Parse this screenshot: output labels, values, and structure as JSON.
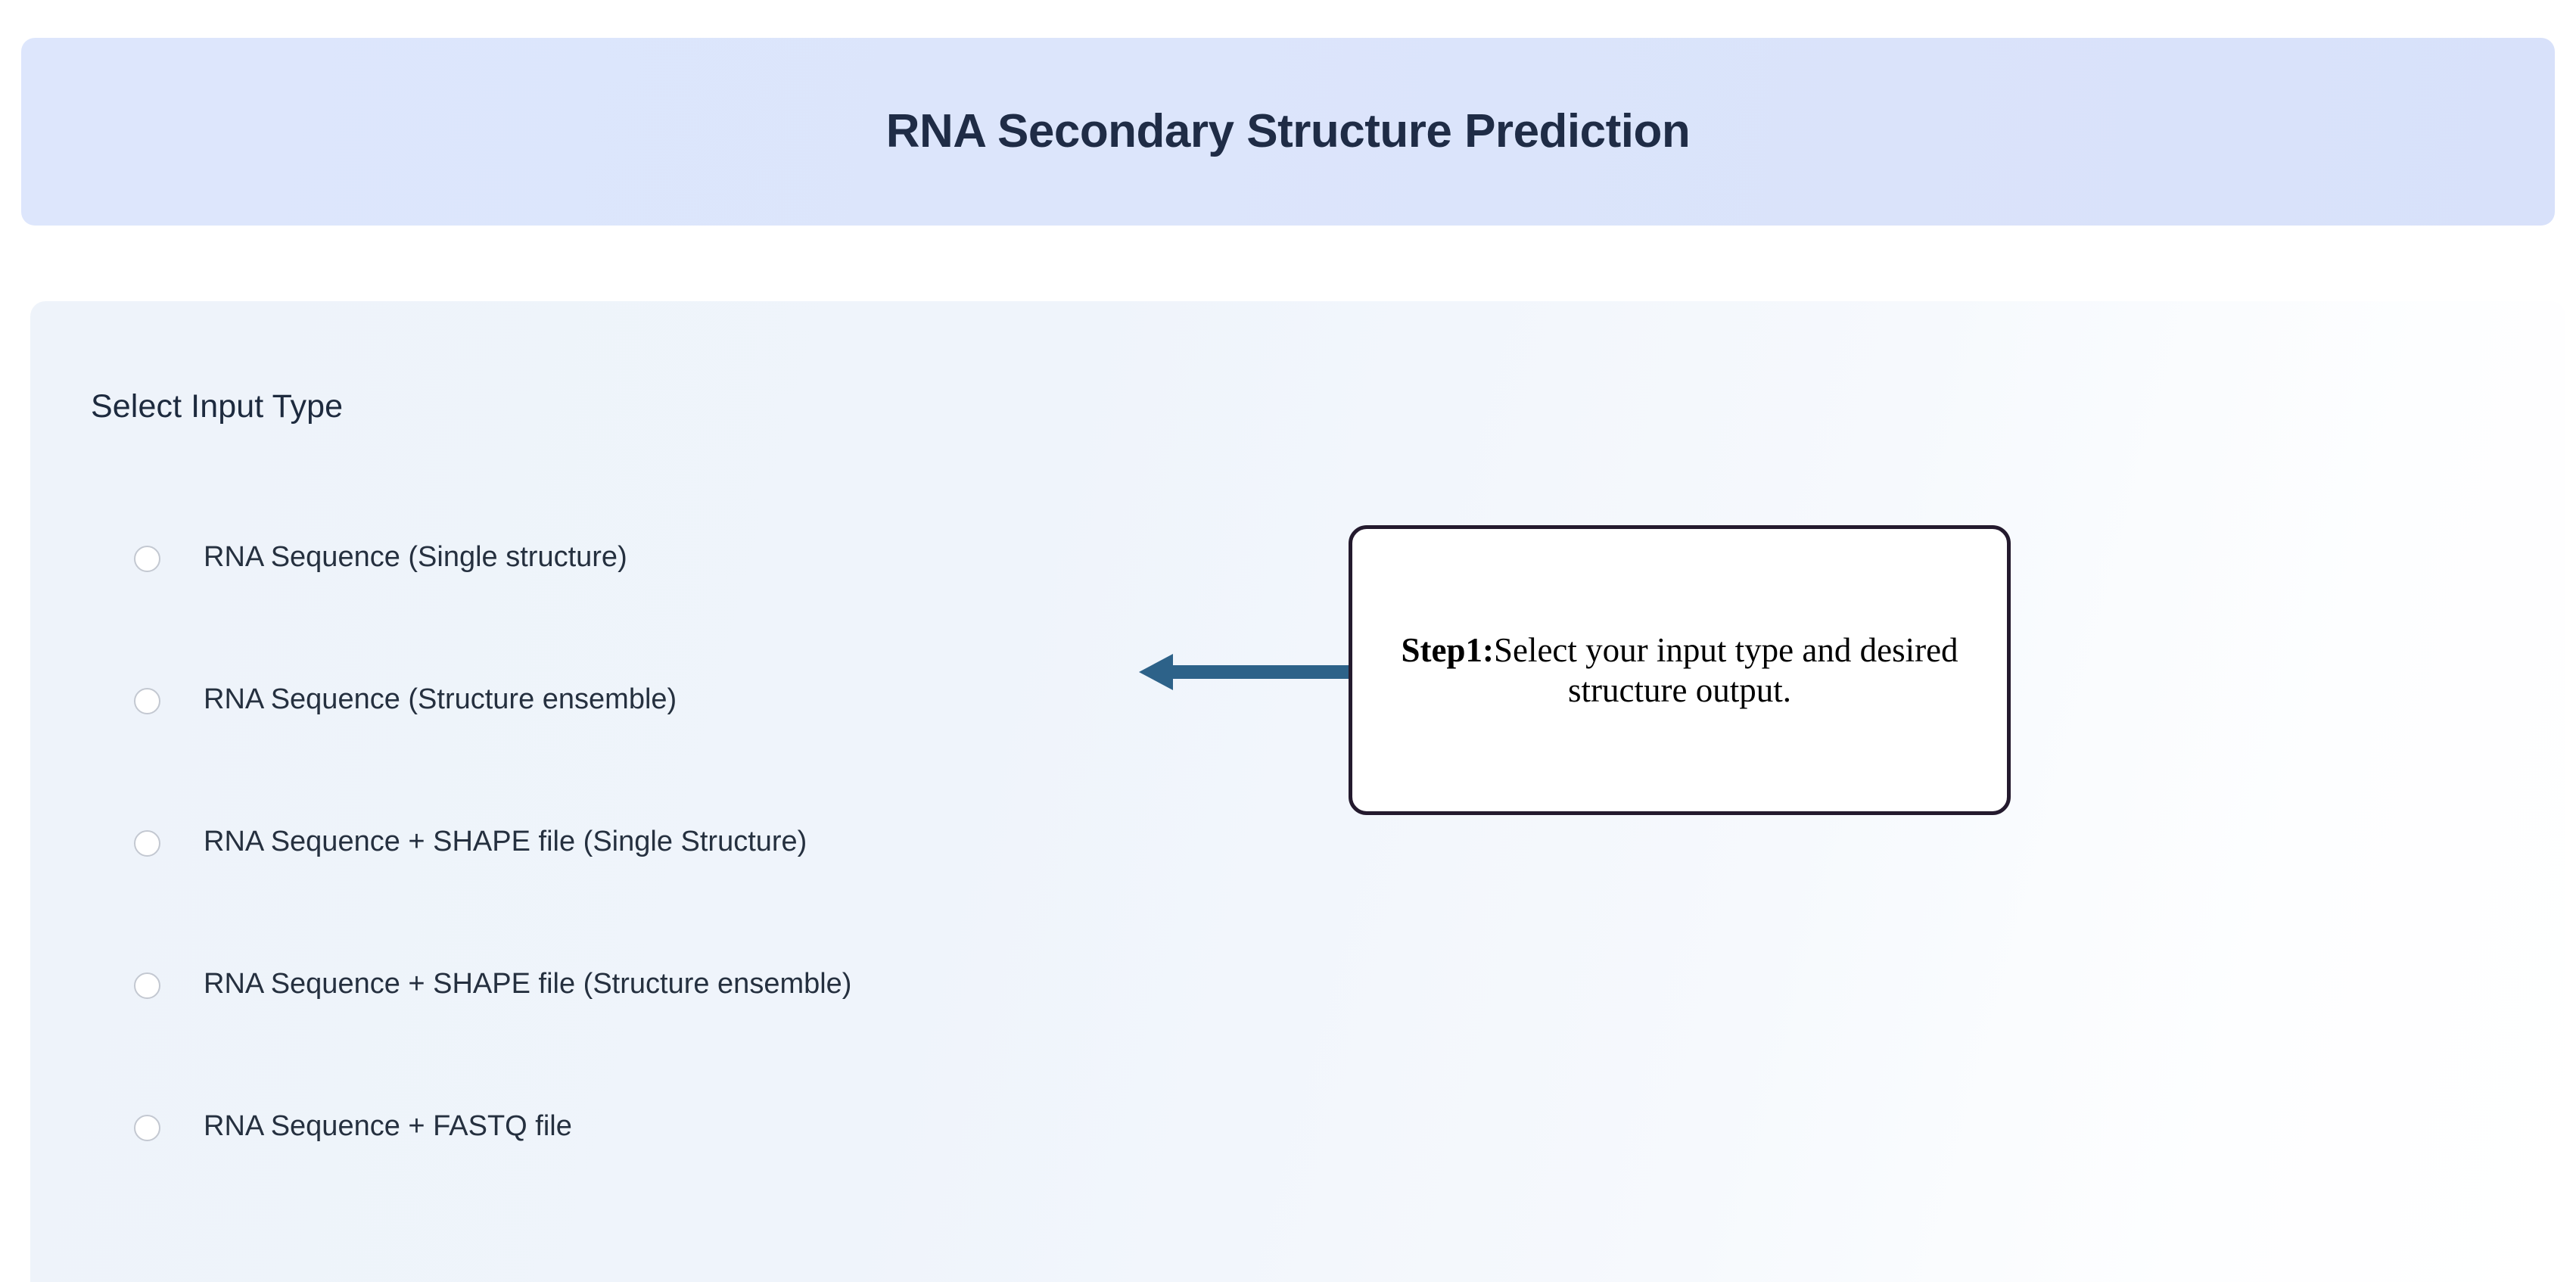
{
  "header": {
    "title": "RNA Secondary Structure Prediction",
    "background_color": "#dce5fb",
    "title_color": "#1f2c46"
  },
  "card": {
    "background_color": "#eef3fa",
    "section_heading": "Select Input Type"
  },
  "input_types": {
    "legend": "Select Input Type",
    "selected": null,
    "options": [
      {
        "id": "rna-sequence-single",
        "label": "RNA Sequence (Single structure)",
        "checked": false
      },
      {
        "id": "rna-sequence-ensemble",
        "label": "RNA Sequence (Structure ensemble)",
        "checked": false
      },
      {
        "id": "rna-shape-single",
        "label": "RNA Sequence + SHAPE file (Single Structure)",
        "checked": false
      },
      {
        "id": "rna-shape-ensemble",
        "label": "RNA Sequence + SHAPE file (Structure ensemble)",
        "checked": false
      },
      {
        "id": "rna-fastq",
        "label": "RNA Sequence + FASTQ file",
        "checked": false
      }
    ]
  },
  "annotation": {
    "step_label": "Step1:",
    "body": "Select your input type and desired structure output.",
    "border_color": "#241a2e",
    "background_color": "#ffffff",
    "arrow_color": "#2d6289",
    "arrow_direction": "left"
  }
}
